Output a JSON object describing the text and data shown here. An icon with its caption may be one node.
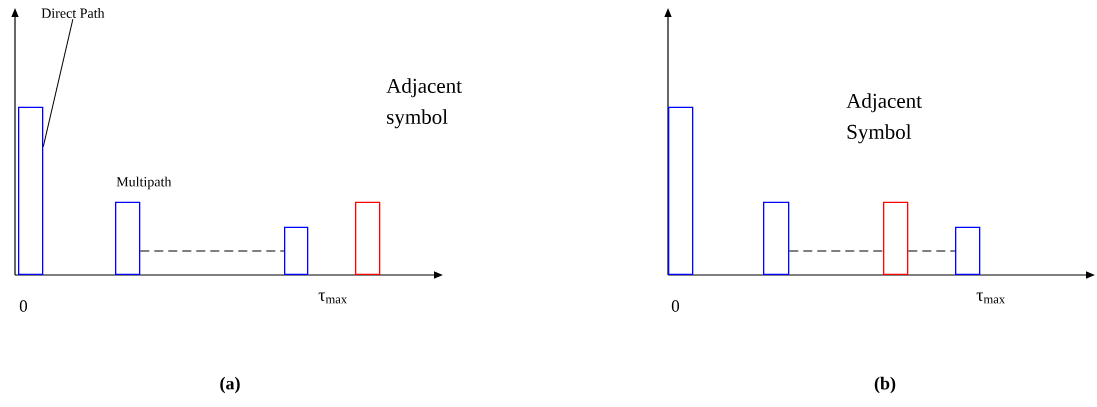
{
  "diagram": {
    "nodes": [
      {
        "text": [
          "Direct Path"
        ]
      },
      {
        "text": [],
        "shape": "bar"
      },
      {
        "text": [],
        "shape": "bar"
      },
      {
        "text": [],
        "shape": "bar"
      },
      {
        "text": [],
        "shape": "bar"
      },
      {
        "text": [],
        "shape": "bar"
      },
      {
        "text": [],
        "shape": "bar"
      },
      {
        "text": [],
        "shape": "bar"
      },
      {
        "text": [],
        "shape": "bar"
      }
    ],
    "edges": [
      {
        "from": 0,
        "to": 1,
        "arrow": "none"
      },
      {
        "from": 2,
        "to": 3,
        "arrow": "none",
        "style": "dashed"
      },
      {
        "from": 6,
        "to": 7,
        "arrow": "none",
        "style": "dashed"
      },
      {
        "from": 7,
        "to": 8,
        "arrow": "none",
        "style": "dashed"
      }
    ],
    "labels": [
      "Multipath",
      "Adjacent symbol",
      "0",
      "τ$_{max}$",
      "(a)",
      "Adjacent Symbol",
      "0",
      "τ$_{max}$",
      "(b)"
    ]
  }
}
